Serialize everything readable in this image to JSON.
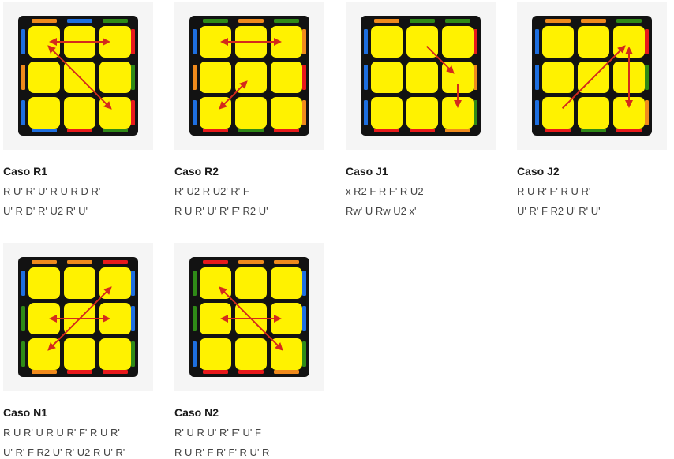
{
  "colors": {
    "red": "#e8191b",
    "orange": "#f08a1c",
    "green": "#2f8a17",
    "blue": "#1e6fe0",
    "yellow": "#fff200",
    "arrow": "#d42a1c",
    "frame": "#121212"
  },
  "cases": [
    {
      "title": "Caso R1",
      "alg1": "R U' R' U' R U R D R'",
      "alg2": "U' R D' R' U2 R' U'",
      "top": [
        "orange",
        "blue",
        "green"
      ],
      "bottom": [
        "blue",
        "red",
        "green"
      ],
      "left": [
        "blue",
        "orange",
        "blue"
      ],
      "right": [
        "red",
        "green",
        "red"
      ],
      "arrows": [
        [
          1,
          0,
          2,
          "both"
        ],
        [
          2,
          0,
          8,
          "both"
        ]
      ]
    },
    {
      "title": "Caso R2",
      "alg1": "R' U2 R U2' R' F",
      "alg2": "R U R' U' R' F' R2 U'",
      "top": [
        "green",
        "orange",
        "green"
      ],
      "bottom": [
        "red",
        "green",
        "red"
      ],
      "left": [
        "blue",
        "orange",
        "blue"
      ],
      "right": [
        "orange",
        "red",
        "orange"
      ],
      "arrows": [
        [
          1,
          0,
          2,
          "both"
        ],
        [
          2,
          6,
          4,
          "both"
        ]
      ]
    },
    {
      "title": "Caso J1",
      "alg1": "x R2 F R F' R U2",
      "alg2": "Rw' U Rw U2 x'",
      "top": [
        "orange",
        "green",
        "green"
      ],
      "bottom": [
        "red",
        "red",
        "orange"
      ],
      "left": [
        "blue",
        "blue",
        "blue"
      ],
      "right": [
        "red",
        "orange",
        "green"
      ],
      "arrows": [
        [
          1,
          1,
          5,
          "end"
        ],
        [
          1,
          5,
          8,
          "end"
        ]
      ]
    },
    {
      "title": "Caso J2",
      "alg1": "R U R' F' R U R'",
      "alg2": "U' R' F R2 U' R' U'",
      "top": [
        "orange",
        "orange",
        "green"
      ],
      "bottom": [
        "red",
        "green",
        "red"
      ],
      "left": [
        "blue",
        "blue",
        "blue"
      ],
      "right": [
        "red",
        "green",
        "orange"
      ],
      "arrows": [
        [
          1,
          6,
          2,
          "end"
        ],
        [
          2,
          2,
          8,
          "both"
        ]
      ]
    },
    {
      "title": "Caso N1",
      "alg1": "R U R' U R U R' F' R U R'",
      "alg2": "U' R' F R2 U' R' U2 R U' R'",
      "top": [
        "orange",
        "orange",
        "red"
      ],
      "bottom": [
        "orange",
        "red",
        "red"
      ],
      "left": [
        "blue",
        "green",
        "green"
      ],
      "right": [
        "blue",
        "blue",
        "green"
      ],
      "arrows": [
        [
          1,
          3,
          5,
          "both"
        ],
        [
          1,
          6,
          2,
          "both"
        ]
      ]
    },
    {
      "title": "Caso N2",
      "alg1": "R' U R U' R' F' U' F",
      "alg2": "R U R' F R' F' R U' R",
      "top": [
        "red",
        "orange",
        "orange"
      ],
      "bottom": [
        "red",
        "red",
        "orange"
      ],
      "left": [
        "green",
        "green",
        "blue"
      ],
      "right": [
        "blue",
        "blue",
        "green"
      ],
      "arrows": [
        [
          1,
          3,
          5,
          "both"
        ],
        [
          1,
          0,
          8,
          "both"
        ]
      ]
    }
  ]
}
